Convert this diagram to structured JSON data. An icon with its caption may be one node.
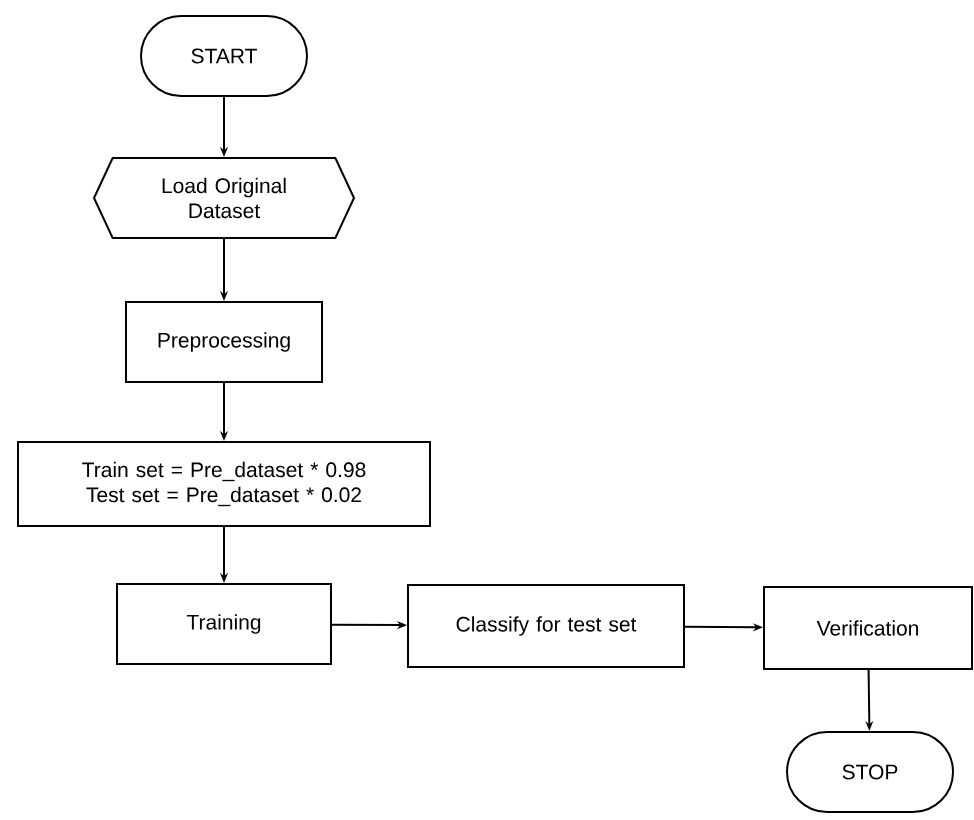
{
  "diagram": {
    "nodes": [
      {
        "text": [
          "START"
        ]
      },
      {
        "text": [
          "Load Original Dataset"
        ]
      },
      {
        "text": [
          "Preprocessing"
        ]
      },
      {
        "text": [
          "Train set = Pre_dataset * 0.98",
          "Test set = Pre_dataset * 0.02"
        ]
      },
      {
        "text": [
          "Training"
        ]
      },
      {
        "text": [
          "Classify for test set"
        ]
      },
      {
        "text": [
          "Verification"
        ]
      },
      {
        "text": [
          "STOP"
        ]
      }
    ],
    "edges": [
      {
        "from": 0,
        "to": 1,
        "arrow": "to"
      },
      {
        "from": 1,
        "to": 2,
        "arrow": "to"
      },
      {
        "from": 2,
        "to": 3,
        "arrow": "to"
      },
      {
        "from": 3,
        "to": 4,
        "arrow": "to"
      },
      {
        "from": 4,
        "to": 5,
        "arrow": "to"
      },
      {
        "from": 5,
        "to": 6,
        "arrow": "to"
      },
      {
        "from": 6,
        "to": 7,
        "arrow": "to"
      }
    ]
  }
}
